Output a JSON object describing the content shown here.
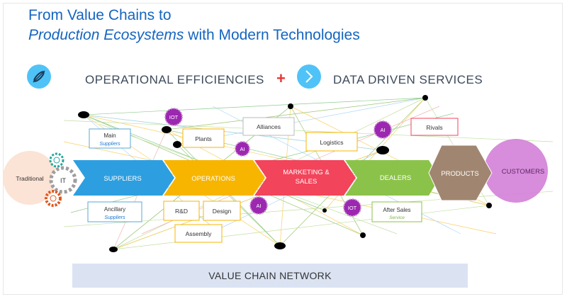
{
  "title_line1": "From Value Chains to",
  "title_line2_italic": "Production Ecosystems",
  "title_line2_rest": " with Modern Technologies",
  "operational_efficiencies": "OPERATIONAL EFFICIENCIES",
  "plus_sign": "+",
  "data_driven_services": "DATA DRIVEN SERVICES",
  "value_chain_network": "VALUE CHAIN NETWORK",
  "chain": {
    "traditional": "Traditional",
    "it": "IT",
    "suppliers": "SUPPLIERS",
    "operations": "OPERATIONS",
    "marketing_line1": "MARKETING &",
    "marketing_line2": "SALES",
    "dealers": "DEALERS",
    "products": "PRODUCTS",
    "customers": "CUSTOMERS"
  },
  "boxes": {
    "main": "Main",
    "main_sub": "Suppliers",
    "plants": "Plants",
    "alliances": "Alliances",
    "logistics": "Logistics",
    "rivals": "Rivals",
    "ancillary": "Ancillary",
    "ancillary_sub": "Suppliers",
    "rd": "R&D",
    "design": "Design",
    "assembly": "Assembly",
    "after_sales": "After Sales",
    "after_sales_sub": "Service"
  },
  "badges": {
    "iot": "IOT",
    "ai": "AI"
  },
  "icons": {
    "operational": "satellite-icon",
    "data_driven": "chevron-right-icon"
  },
  "colors": {
    "title": "#1565c0",
    "suppliers": "#2d9fe0",
    "operations": "#f7b500",
    "marketing": "#f2445b",
    "dealers": "#8bc34a",
    "products": "#a08670",
    "customers": "#d47fd8",
    "badge": "#9c27b0",
    "plus": "#e53935"
  }
}
